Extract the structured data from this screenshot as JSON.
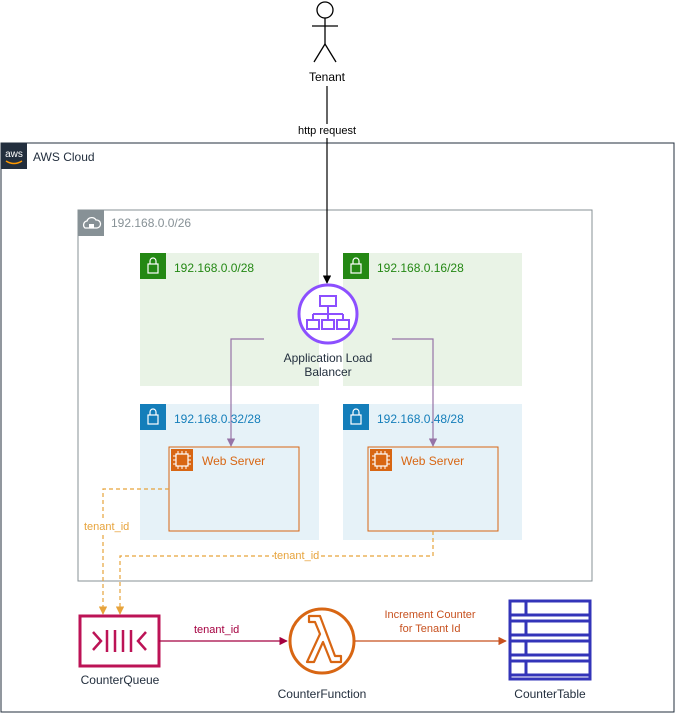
{
  "actor": {
    "label": "Tenant"
  },
  "request": {
    "label": "http request"
  },
  "cloud": {
    "label": "AWS Cloud",
    "badge": "aws"
  },
  "vpc": {
    "label": "192.168.0.0/26"
  },
  "subnets": [
    {
      "label": "192.168.0.0/28",
      "type": "public"
    },
    {
      "label": "192.168.0.16/28",
      "type": "public"
    },
    {
      "label": "192.168.0.32/28",
      "type": "private"
    },
    {
      "label": "192.168.0.48/28",
      "type": "private"
    }
  ],
  "load_balancer": {
    "label_line1": "Application Load",
    "label_line2": "Balancer"
  },
  "web_servers": [
    {
      "label": "Web Server"
    },
    {
      "label": "Web Server"
    }
  ],
  "edges": {
    "tenant_id_left": "tenant_id",
    "tenant_id_right": "tenant_id",
    "queue_to_function": "tenant_id",
    "function_to_table_line1": "Increment Counter",
    "function_to_table_line2": "for Tenant Id"
  },
  "queue": {
    "label": "CounterQueue"
  },
  "function": {
    "label": "CounterFunction"
  },
  "table": {
    "label": "CounterTable"
  },
  "colors": {
    "public_subnet_bg": "#E9F3E6",
    "public_subnet_accent": "#248814",
    "private_subnet_bg": "#E6F2F8",
    "private_subnet_accent": "#147EBA",
    "vpc_border": "#879196",
    "cloud_border": "#232F3E",
    "elb": "#8C4FFF",
    "ec2": "#D86613",
    "sqs": "#BC1356",
    "lambda": "#D86613",
    "dynamodb": "#3334B9",
    "dashed_edge": "#E7A33B"
  }
}
